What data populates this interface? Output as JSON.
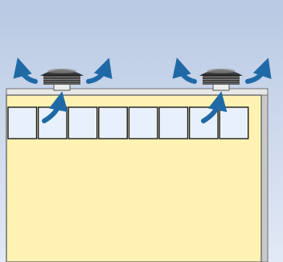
{
  "colors": {
    "sky_top": "#b9c9e3",
    "sky_bottom": "#e2e9f6",
    "building_fill": "#fff2b3",
    "wall_outline": "#6f6f6f",
    "wall_side": "#c9c9c9",
    "roof": "#e7e7e7",
    "window_fill": "#e8f1fb",
    "window_outline": "#1b1b1b",
    "fan_cap": "#2b2b2b",
    "fan_vent": "#3a3a3a",
    "fan_base": "#ececec",
    "arrow": "#1f6aa6"
  },
  "icons": {
    "fan": "roof-ventilator-icon",
    "airflow": "curved-arrow-icon"
  },
  "diagram": {
    "window_count": 8,
    "ventilator_count": 2,
    "airflow_arrows_per_ventilator": 3
  }
}
